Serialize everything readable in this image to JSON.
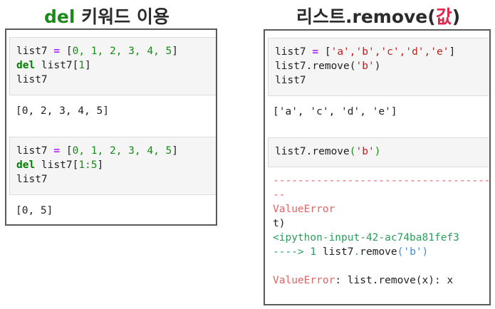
{
  "left": {
    "title_kw": "del",
    "title_rest": " 키워드 이용",
    "cells": [
      {
        "input": {
          "line1": {
            "var": "list7 ",
            "op": "=",
            "open": " [",
            "items": "0, 1, 2, 3, 4, 5",
            "close": "]"
          },
          "line2": {
            "kw": "del",
            "rest": " list7[",
            "idx": "1",
            "close": "]"
          },
          "line3": "list7"
        },
        "output": "[0, 2, 3, 4, 5]"
      },
      {
        "input": {
          "line1": {
            "var": "list7 ",
            "op": "=",
            "open": " [",
            "items": "0, 1, 2, 3, 4, 5",
            "close": "]"
          },
          "line2": {
            "kw": "del",
            "rest": " list7[",
            "idx": "1:5",
            "close": "]"
          },
          "line3": "list7"
        },
        "output": "[0, 5]"
      }
    ]
  },
  "right": {
    "title_main": "리스트.remove(",
    "title_arg": "값",
    "title_close": ")",
    "cells": [
      {
        "input": {
          "line1": {
            "var": "list7 ",
            "op": "=",
            "open": " [",
            "items": "'a','b','c','d','e'",
            "close": "]"
          },
          "line2": {
            "pre": "list7.remove(",
            "arg": "'b'",
            "close": ")"
          },
          "line3": "list7"
        },
        "output": "['a', 'c', 'd', 'e']"
      },
      {
        "input": {
          "line1": {
            "pre": "list7.remove",
            "open": "(",
            "arg": "'b'",
            "close": ")"
          }
        },
        "traceback": {
          "dashes": "-----------------------------------",
          "dashes2": "--",
          "error_name": "ValueError",
          "line_t": "t)",
          "input_ref": "<ipython-input-42-ac74ba81fef3",
          "arrow": "---->",
          "lineno": " 1",
          "code_pre": " list7",
          "code_dot": ".",
          "code_fn": "remove",
          "code_args": "('b')",
          "final_name": "ValueError",
          "final_msg": ": list.remove(x): x"
        }
      }
    ]
  }
}
